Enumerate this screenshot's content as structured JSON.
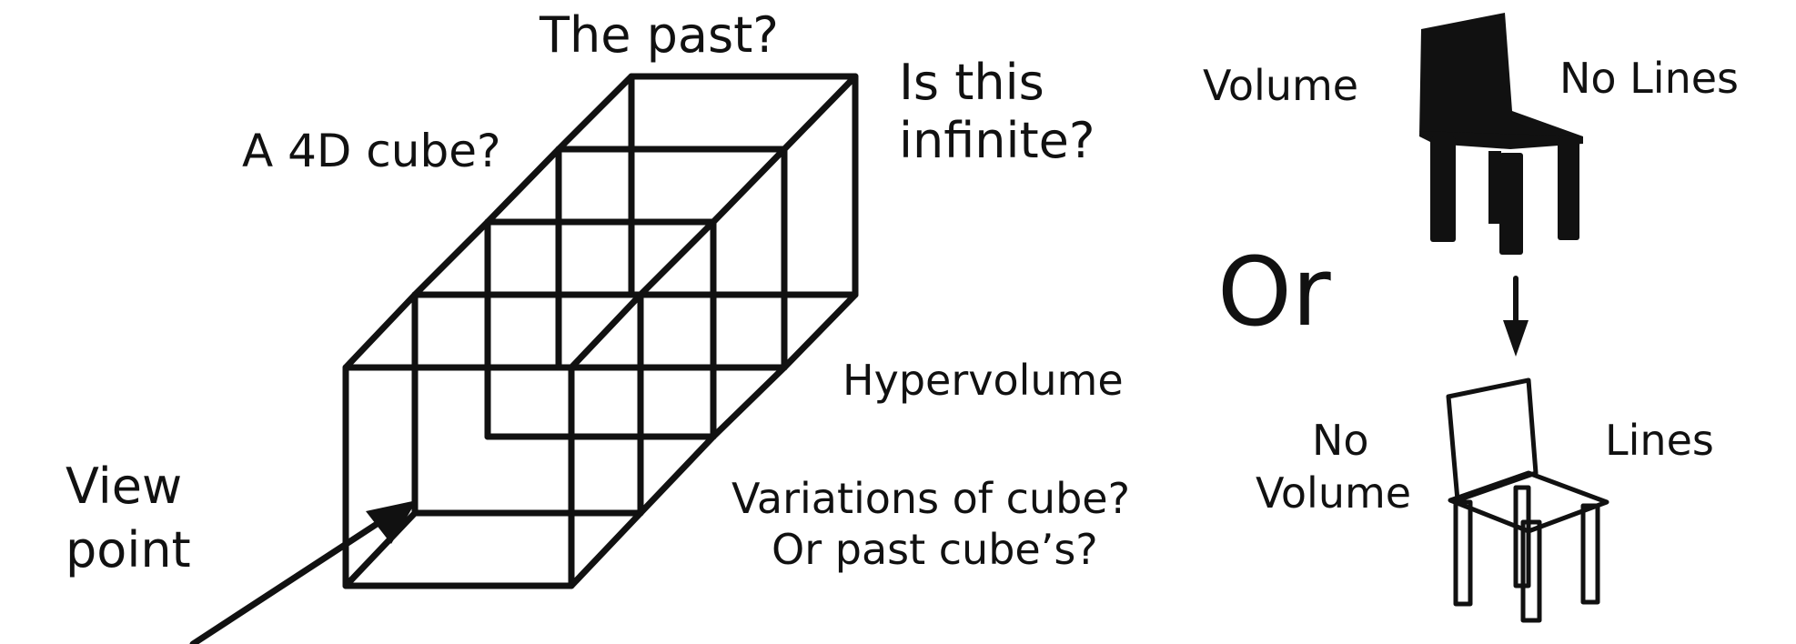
{
  "labels": {
    "the_past": "The past?",
    "cube_4d": "A 4D cube?",
    "infinite_line1": "Is this",
    "infinite_line2": "infinite?",
    "hypervolume": "Hypervolume",
    "variations_line1": "Variations of cube?",
    "variations_line2": "Or past cube’s?",
    "viewpoint_line1": "View",
    "viewpoint_line2": "point",
    "volume": "Volume",
    "no_lines": "No Lines",
    "or": "Or",
    "no_volume_line1": "No",
    "no_volume_line2": "Volume",
    "lines": "Lines"
  },
  "colors": {
    "ink": "#111111",
    "background": "#ffffff"
  },
  "icons": [
    "solid-chair-icon",
    "wireframe-chair-icon",
    "down-arrow-icon",
    "viewpoint-arrow-icon"
  ]
}
